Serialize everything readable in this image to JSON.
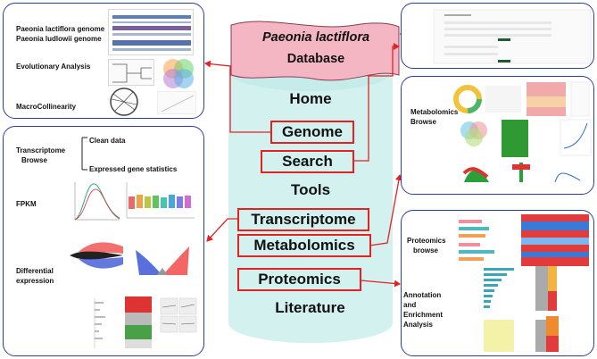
{
  "database": {
    "title_line1": "Paeonia lactiflora",
    "title_line2": "Database",
    "banner_color": "#f4b6c2",
    "cylinder_color": "#d2f1ef"
  },
  "menu": [
    "Home",
    "Genome",
    "Search",
    "Tools",
    "Transcriptome",
    "Metabolomics",
    "Proteomics",
    "Literature"
  ],
  "highlighted_menu_items": [
    "Genome",
    "Search",
    "Transcriptome",
    "Metabolomics",
    "Proteomics"
  ],
  "genome_panel": {
    "label_genome_1": "Paeonia lactiflora genome",
    "label_genome_2": "Paeonia ludlowii genome",
    "label_evolution": "Evolutionary Analysis",
    "label_collinearity": "MacroCollinearity"
  },
  "transcriptome_panel": {
    "label_browse_1": "Transcriptome",
    "label_browse_2": "Browse",
    "label_clean": "Clean data",
    "label_expressed": "Expressed gene statistics",
    "label_fpkm": "FPKM",
    "label_diff_1": "Differential",
    "label_diff_2": "expression"
  },
  "metabolomics_panel": {
    "label_1": "Metabolomics",
    "label_2": "Browse"
  },
  "proteomics_panel": {
    "label_browse_1": "Proteomics",
    "label_browse_2": "browse",
    "label_annot_1": "Annotation",
    "label_annot_2": "and",
    "label_annot_3": "Enrichment",
    "label_annot_4": "Analysis"
  },
  "colors": {
    "panel_border": "#2a3f9a",
    "arrow": "#e52222",
    "highlight_box": "#e52222"
  }
}
